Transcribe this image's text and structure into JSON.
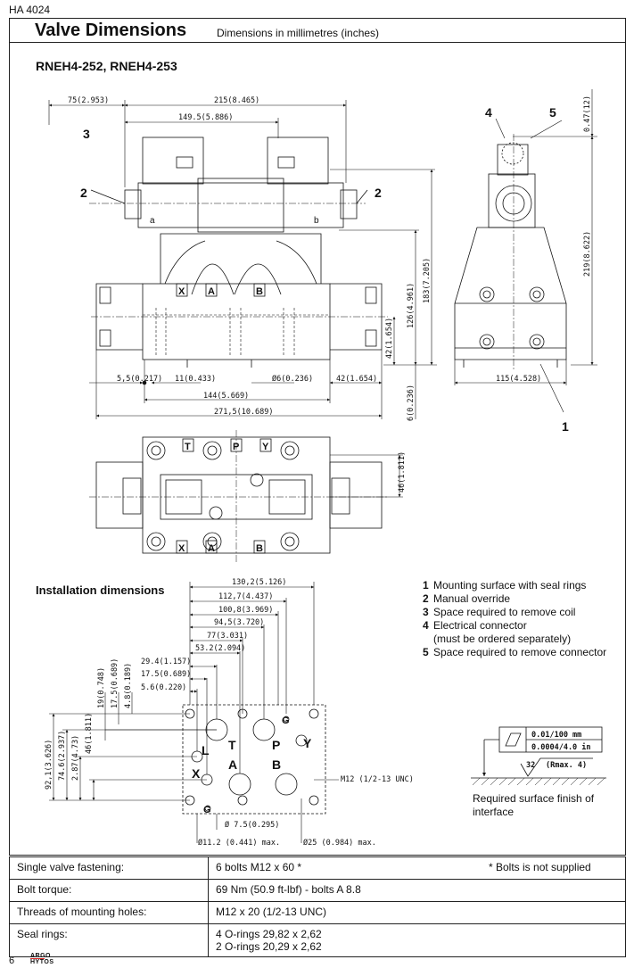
{
  "header": {
    "code": "HA 4024"
  },
  "title": {
    "main": "Valve Dimensions",
    "sub": "Dimensions in millimetres (inches)"
  },
  "model": "RNEH4-252, RNEH4-253",
  "install_title": "Installation dimensions",
  "legend": [
    {
      "num": "1",
      "text": "Mounting surface with seal rings"
    },
    {
      "num": "2",
      "text": "Manual override"
    },
    {
      "num": "3",
      "text": "Space required to remove coil"
    },
    {
      "num": "4",
      "text": "Electrical connector",
      "cont": "(must be ordered separately)"
    },
    {
      "num": "5",
      "text": "Space required to remove connector"
    }
  ],
  "callouts": {
    "c1": "1",
    "c2": "2",
    "c3": "3",
    "c4": "4",
    "c5": "5",
    "a": "a",
    "b": "b"
  },
  "ports_top": [
    "T",
    "P",
    "Y"
  ],
  "ports_bottom": [
    "X",
    "A",
    "B"
  ],
  "install_ports": {
    "L": "L",
    "T": "T",
    "P": "P",
    "Y": "Y",
    "X": "X",
    "A": "A",
    "B": "B",
    "G1": "G",
    "G2": "G"
  },
  "dims_main": {
    "d75": "75(2.953)",
    "d215": "215(8.465)",
    "d149": "149.5(5.886)",
    "d047": "0.47(12)",
    "d219": "219(8.622)",
    "d183": "183(7.205)",
    "d126": "126(4.961)",
    "d42v": "42(1.654)",
    "d55": "5,5(0.217)",
    "d11": "11(0.433)",
    "d6d": "Ø6(0.236)",
    "d42h": "42(1.654)",
    "d144": "144(5.669)",
    "d271": "271,5(10.689)",
    "d6v": "6(0.236)",
    "d115": "115(4.528)",
    "d46": "46(1.811)"
  },
  "dims_install": {
    "d130": "130,2(5.126)",
    "d112": "112,7(4.437)",
    "d100": "100,8(3.969)",
    "d94": "94,5(3.720)",
    "d77": "77(3.031)",
    "d53": "53.2(2.094)",
    "d29": "29.4(1.157)",
    "d17h": "17.5(0.689)",
    "d56": "5.6(0.220)",
    "d19": "19(0.748)",
    "d17v": "17.5(0.689)",
    "d48": "4.8(0.189)",
    "d92": "92,1(3.626)",
    "d74": "74.6(2.937)",
    "d73": "2.87(4.73)",
    "d46": "46(1.811)",
    "m12": "M12 (1/2-13 UNC)",
    "d75": "Ø 7.5(0.295)",
    "d11": "Ø11.2 (0.441) max.",
    "d25": "Ø25 (0.984) max."
  },
  "surface": {
    "flat1": "0.01/100 mm",
    "flat2": "0.0004/4.0 in",
    "rough_num": "32",
    "rough": "(Rmax. 4)",
    "caption1": "Required surface finish of",
    "caption2": "interface"
  },
  "table": [
    {
      "label": "Single valve fastening:",
      "value": "6 bolts M12 x 60 *",
      "note": "* Bolts is not supplied"
    },
    {
      "label": "Bolt torque:",
      "value": "69 Nm (50.9 ft-lbf) - bolts A 8.8",
      "note": ""
    },
    {
      "label": "Threads of mounting holes:",
      "value": "M12 x 20 (1/2-13 UNC)",
      "note": ""
    },
    {
      "label": "Seal rings:",
      "value": "4 O-rings 29,82 x 2,62",
      "value2": "2 O-rings 20,29 x 2,62",
      "note": ""
    }
  ],
  "footer": {
    "page": "6",
    "logo1": "ARGO",
    "logo2": "HYTOS"
  }
}
